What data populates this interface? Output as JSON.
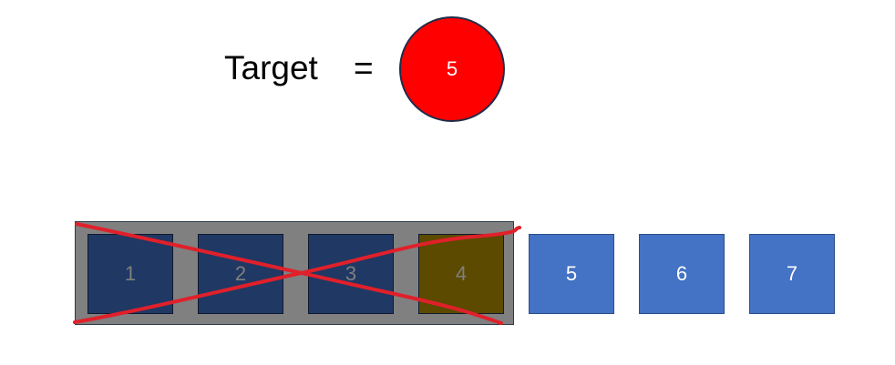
{
  "header": {
    "target_label": "Target",
    "equals": "=",
    "target_value": "5"
  },
  "colors": {
    "target_circle": "#ff0000",
    "eliminated_cell": "#203864",
    "eliminated_highlight": "#5c4a00",
    "active_cell": "#4472c4",
    "group_background": "#808080",
    "cross_stroke": "#e0202a"
  },
  "array": {
    "cells": [
      {
        "label": "1",
        "eliminated": true,
        "highlight": false
      },
      {
        "label": "2",
        "eliminated": true,
        "highlight": false
      },
      {
        "label": "3",
        "eliminated": true,
        "highlight": false
      },
      {
        "label": "4",
        "eliminated": true,
        "highlight": true
      },
      {
        "label": "5",
        "eliminated": false,
        "highlight": false
      },
      {
        "label": "6",
        "eliminated": false,
        "highlight": false
      },
      {
        "label": "7",
        "eliminated": false,
        "highlight": false
      }
    ]
  }
}
